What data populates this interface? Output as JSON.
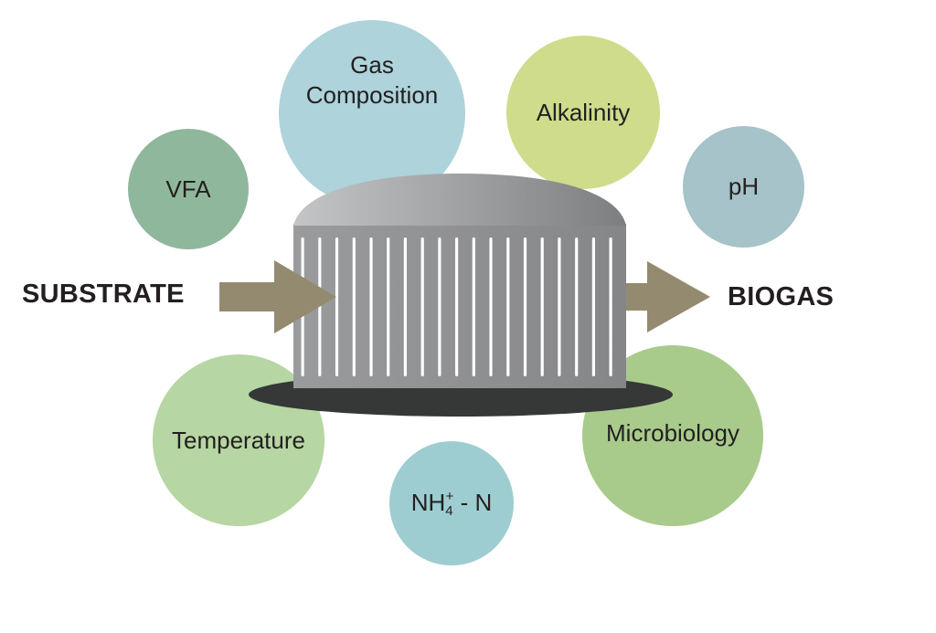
{
  "diagram": {
    "input_label": "SUBSTRATE",
    "output_label": "BIOGAS",
    "parameters": {
      "gas_composition": {
        "line1": "Gas",
        "line2": "Composition"
      },
      "alkalinity": "Alkalinity",
      "vfa": "VFA",
      "ph": "pH",
      "temperature": "Temperature",
      "microbiology": "Microbiology",
      "ammonium": {
        "base": "NH",
        "subscript": "4",
        "superscript": "+",
        "suffix": " - N"
      }
    }
  },
  "colors": {
    "gas_composition": "#aed3da",
    "alkalinity": "#cedc8c",
    "vfa": "#8fb79c",
    "ph": "#a5c3c8",
    "temperature": "#b6d6a3",
    "microbiology": "#a8cb8b",
    "ammonium": "#9dcdd0",
    "arrow": "#948a6f",
    "reactor_body": "#8e8f91",
    "reactor_base": "#363737"
  },
  "icons": [
    "digester-reactor-icon",
    "input-arrow-icon",
    "output-arrow-icon"
  ]
}
